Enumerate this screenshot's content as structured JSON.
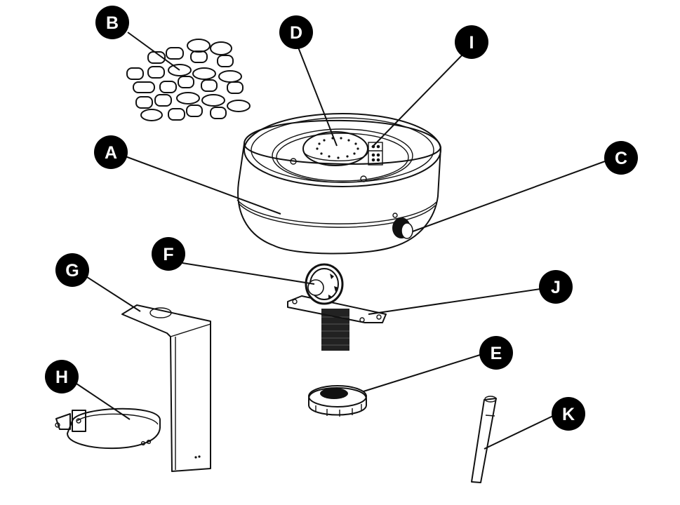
{
  "diagram": {
    "type": "exploded parts diagram",
    "accent_color": "#000000",
    "label_text_color": "#ffffff",
    "parts": [
      {
        "id": "A",
        "label": "A",
        "depicts": "main body housing"
      },
      {
        "id": "B",
        "label": "B",
        "depicts": "polishing stones / pebbles"
      },
      {
        "id": "C",
        "label": "C",
        "depicts": "control knob"
      },
      {
        "id": "D",
        "label": "D",
        "depicts": "spinning platform with holes"
      },
      {
        "id": "E",
        "label": "E",
        "depicts": "knurled locking nut"
      },
      {
        "id": "F",
        "label": "F",
        "depicts": "rotating mount joint"
      },
      {
        "id": "G",
        "label": "G",
        "depicts": "L-shaped mounting bracket"
      },
      {
        "id": "H",
        "label": "H",
        "depicts": "clamp ring"
      },
      {
        "id": "I",
        "label": "I",
        "depicts": "dice-shaped connector"
      },
      {
        "id": "J",
        "label": "J",
        "depicts": "mounting plate with threaded stem"
      },
      {
        "id": "K",
        "label": "K",
        "depicts": "rod / pin"
      }
    ]
  }
}
